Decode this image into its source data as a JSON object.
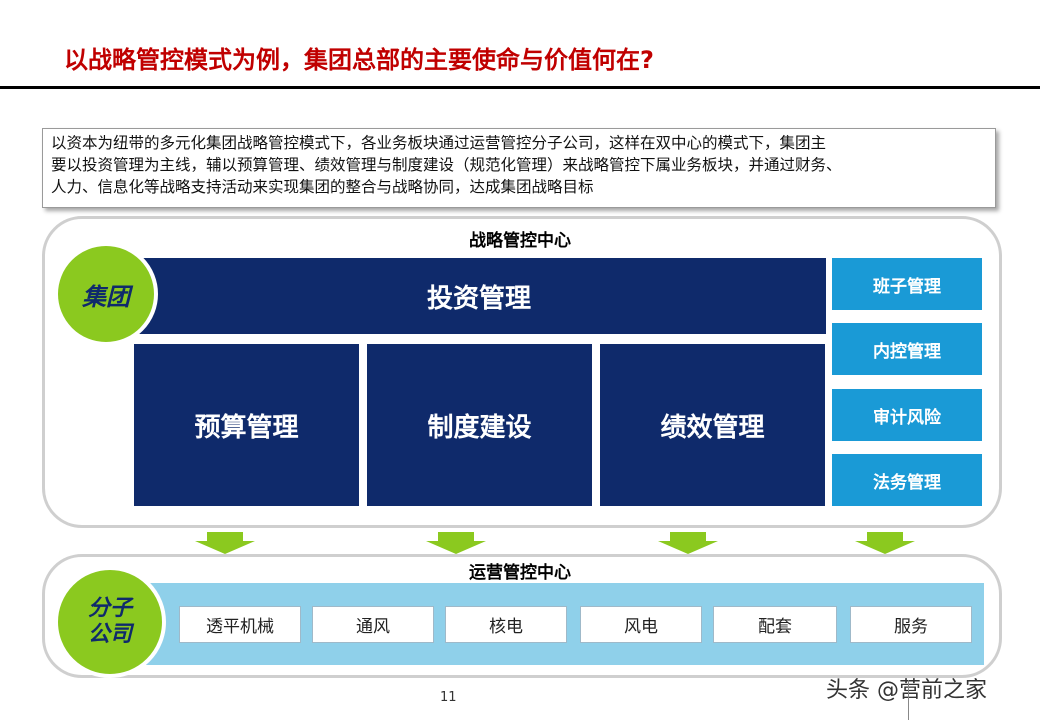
{
  "title": "以战略管控模式为例，集团总部的主要使命与价值何在?",
  "description": {
    "line1": "以资本为纽带的多元化集团战略管控模式下，各业务板块通过运营管控分子公司，这样在双中心的模式下，集团主",
    "line2": "要以投资管理为主线，辅以预算管理、绩效管理与制度建设（规范化管理）来战略管控下属业务板块，并通过财务、",
    "line3": "人力、信息化等战略支持活动来实现集团的整合与战略协同，达成集团战略目标"
  },
  "strategic_center": {
    "label": "战略管控中心",
    "circle": "集团",
    "investment": "投资管理",
    "boxes": [
      "预算管理",
      "制度建设",
      "绩效管理"
    ],
    "side": [
      "班子管理",
      "内控管理",
      "审计风险",
      "法务管理"
    ]
  },
  "operational_center": {
    "label": "运营管控中心",
    "circle_line1": "分子",
    "circle_line2": "公司",
    "units": [
      "透平机械",
      "通风",
      "核电",
      "风电",
      "配套",
      "服务"
    ]
  },
  "page_number": "11",
  "watermark": "头条 @营前之家",
  "colors": {
    "title": "#c00000",
    "navy": "#0f2a6b",
    "light_blue": "#1a9ad6",
    "green": "#8bc91f",
    "band": "#8fd0ea"
  }
}
